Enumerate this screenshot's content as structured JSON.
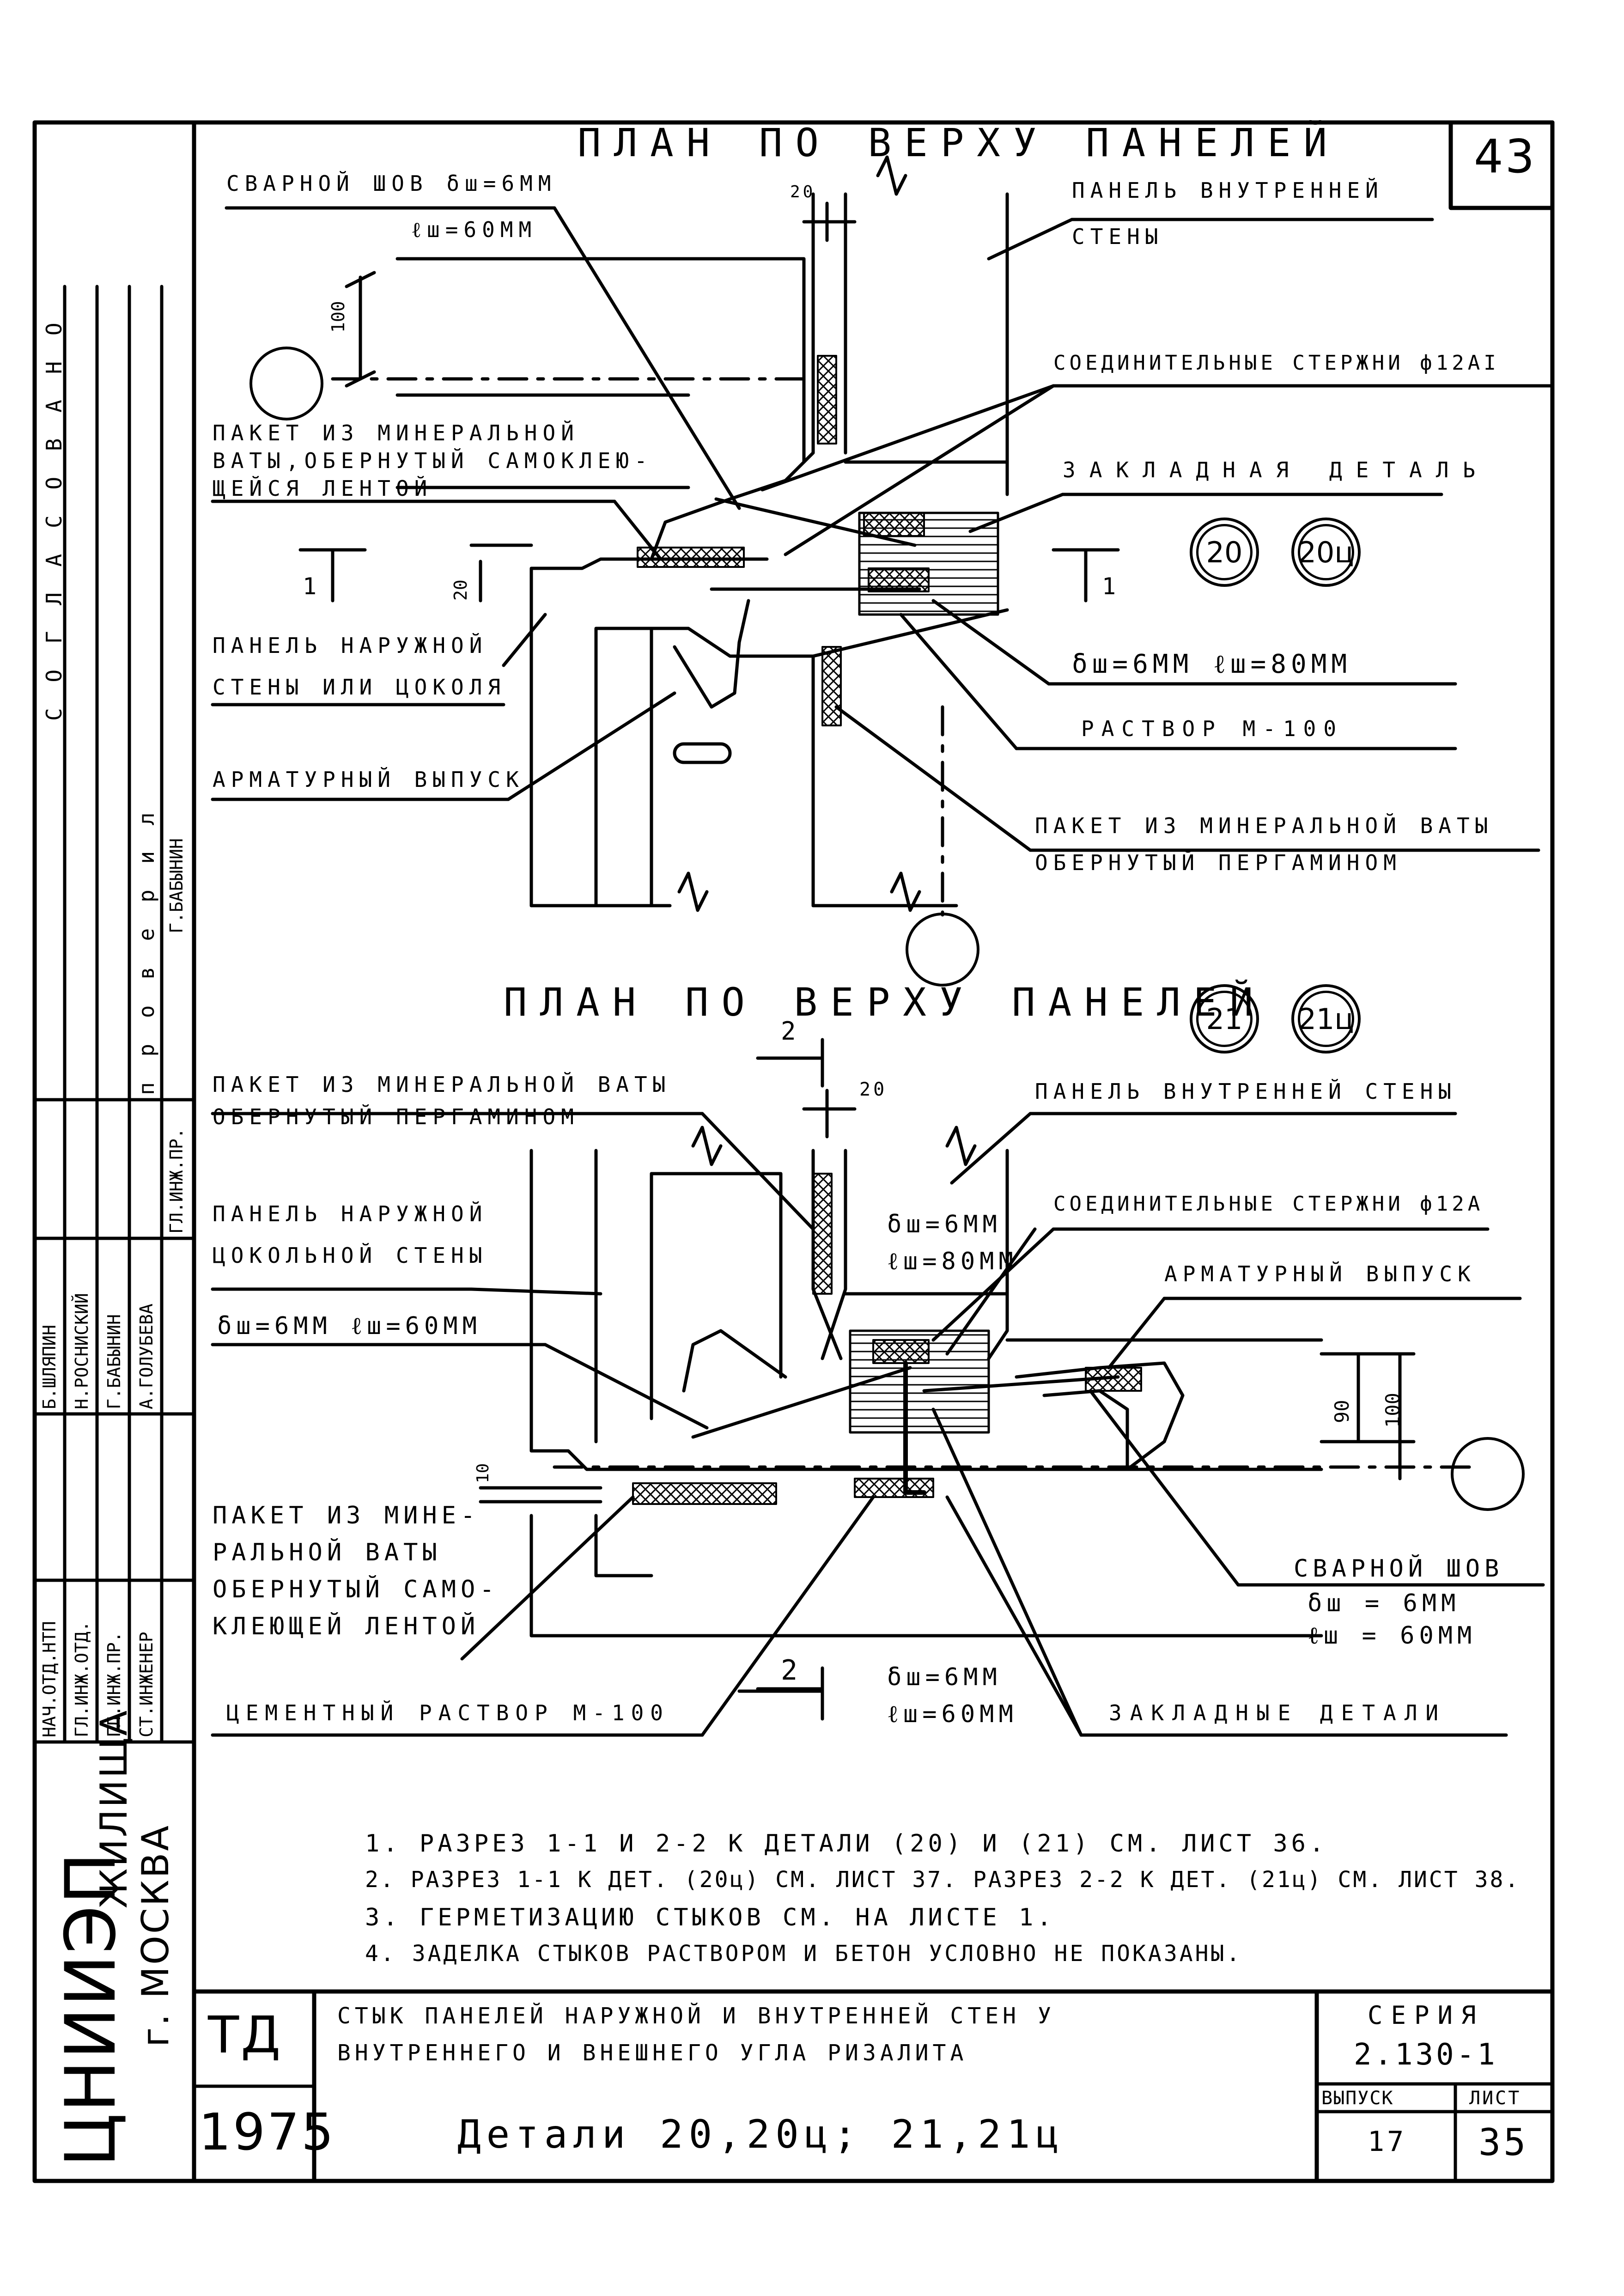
{
  "sheet_badge": "43",
  "side_block": {
    "agreed": "С О Г Л А С О В А Н О",
    "checked": "п р о в е р и л",
    "checker_pos": "ГЛ.ИНЖ.ПР.",
    "checker_name": "Г.БАБЫНИН",
    "roles": [
      "НАЧ.ОТД.НТП",
      "ГЛ.ИНЖ.ОТД.",
      "ГЛ.ИНЖ.ПР.",
      "СТ.ИНЖЕНЕР"
    ],
    "names": [
      "Б.ШЛЯПИН",
      "Н.РОСНИСКИЙ",
      "Г.БАБЫНИН",
      "А.ГОЛУБЕВА"
    ],
    "org": "ЦНИИЭП",
    "org_suffix": "ЖИЛИЩА",
    "city": "г. МОСКВА"
  },
  "plan_top": {
    "title": "ПЛАН ПО ВЕРХУ ПАНЕЛЕЙ",
    "weld_seam": "СВАРНОЙ ШОВ δш=6ММ",
    "weld_len": "ℓш=60ММ",
    "dim_20": "20",
    "dim_100": "100",
    "dim_20b": "20",
    "inner_wall_1": "ПАНЕЛЬ ВНУТРЕННЕЙ",
    "inner_wall_2": "СТЕНЫ",
    "rods": "СОЕДИНИТЕЛЬНЫЕ СТЕРЖНИ ф12АI",
    "pack_1": "ПАКЕТ ИЗ МИНЕРАЛЬНОЙ",
    "pack_2": "ВАТЫ,ОБЕРНУТЫЙ САМОКЛЕЮ-",
    "pack_3": "ЩЕЙСЯ ЛЕНТОЙ",
    "embed": "ЗАКЛАДНАЯ ДЕТАЛЬ",
    "section_mark": "1",
    "detail_20": "20",
    "detail_20c": "20ц",
    "weld2": "δш=6ММ ℓш=80ММ",
    "outer_wall_1": "ПАНЕЛЬ НАРУЖНОЙ",
    "outer_wall_2": "СТЕНЫ ИЛИ ЦОКОЛЯ",
    "mortar": "РАСТВОР М-100",
    "rebar": "АРМАТУРНЫЙ ВЫПУСК",
    "pack_b1": "ПАКЕТ ИЗ МИНЕРАЛЬНОЙ ВАТЫ",
    "pack_b2": "ОБЕРНУТЫЙ ПЕРГАМИНОМ"
  },
  "plan_bottom": {
    "title": "ПЛАН ПО ВЕРХУ ПАНЕЛЕЙ",
    "section_mark": "2",
    "detail_21": "21",
    "detail_21c": "21ц",
    "dim_20": "20",
    "pack_1": "ПАКЕТ ИЗ МИНЕРАЛЬНОЙ ВАТЫ",
    "pack_2": "ОБЕРНУТЫЙ ПЕРГАМИНОМ",
    "inner_wall": "ПАНЕЛЬ ВНУТРЕННЕЙ СТЕНЫ",
    "outer_1": "ПАНЕЛЬ НАРУЖНОЙ",
    "outer_2": "ЦОКОЛЬНОЙ СТЕНЫ",
    "weld_a1": "δш=6ММ",
    "weld_a2": "ℓш=80ММ",
    "rods": "СОЕДИНИТЕЛЬНЫЕ СТЕРЖНИ ф12А",
    "rebar": "АРМАТУРНЫЙ ВЫПУСК",
    "weld_b": "δш=6ММ ℓш=60ММ",
    "dim_90": "90",
    "dim_100": "100",
    "dim_10": "10",
    "pack_c1": "ПАКЕТ ИЗ МИНЕ-",
    "pack_c2": "РАЛЬНОЙ ВАТЫ",
    "pack_c3": "ОБЕРНУТЫЙ САМО-",
    "pack_c4": "КЛЕЮЩЕЙ ЛЕНТОЙ",
    "weld_seam": "СВАРНОЙ ШОВ",
    "weld_c1": "δш = 6ММ",
    "weld_c2": "ℓш = 60ММ",
    "cement": "ЦЕМЕНТНЫЙ РАСТВОР М-100",
    "weld_d1": "δш=6ММ",
    "weld_d2": "ℓш=60ММ",
    "embeds": "ЗАКЛАДНЫЕ ДЕТАЛИ"
  },
  "notes": [
    "1. РАЗРЕЗ 1-1 И 2-2 К ДЕТАЛИ (20) И (21) СМ. ЛИСТ 36.",
    "2. РАЗРЕЗ 1-1 К ДЕТ. (20ц) СМ. ЛИСТ 37. РАЗРЕЗ 2-2 К ДЕТ. (21ц) СМ. ЛИСТ 38.",
    "3. ГЕРМЕТИЗАЦИЮ СТЫКОВ СМ. НА ЛИСТЕ 1.",
    "4. ЗАДЕЛКА СТЫКОВ РАСТВОРОМ И БЕТОН УСЛОВНО НЕ ПОКАЗАНЫ."
  ],
  "title_block": {
    "code": "ТД",
    "year": "1975",
    "title_1": "СТЫК ПАНЕЛЕЙ НАРУЖНОЙ И ВНУТРЕННЕЙ СТЕН У",
    "title_2": "ВНУТРЕННЕГО И ВНЕШНЕГО УГЛА РИЗАЛИТА",
    "subtitle": "Детали 20,20ц; 21,21ц",
    "series_label": "СЕРИЯ",
    "series": "2.130-1",
    "issue_label": "ВЫПУСК",
    "issue": "17",
    "sheet_label": "ЛИСТ",
    "sheet": "35"
  }
}
